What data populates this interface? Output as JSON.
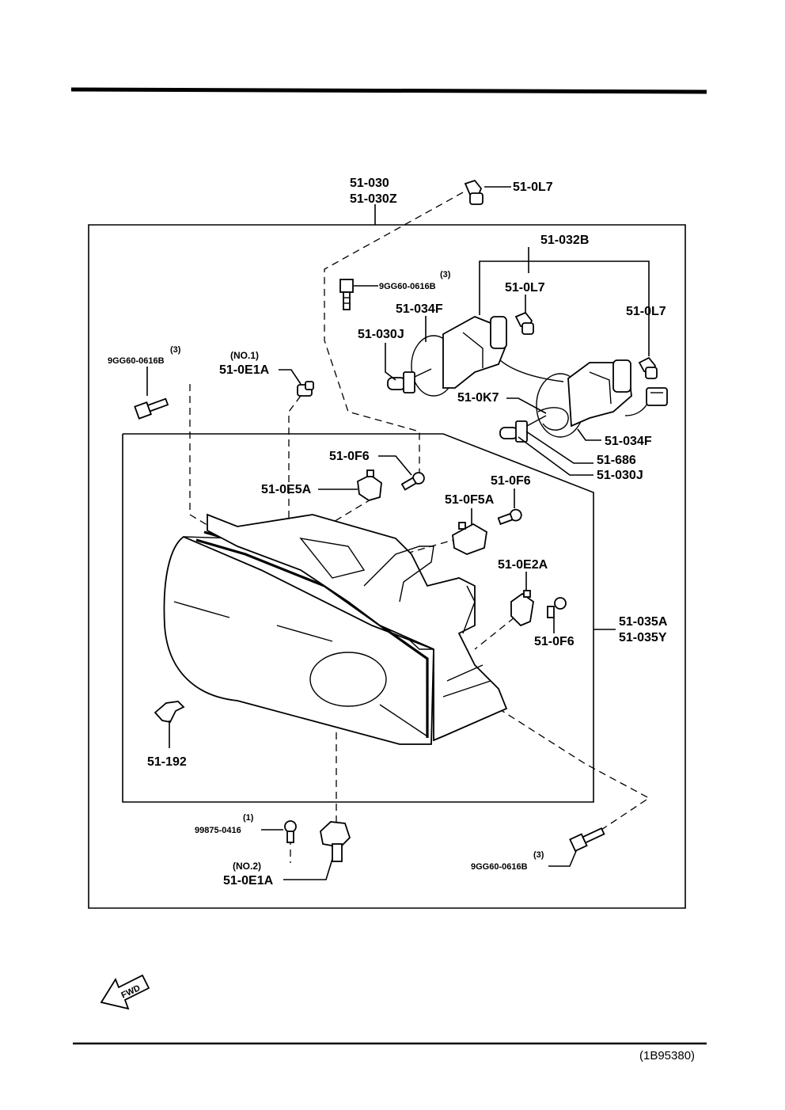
{
  "diagram_id": "(1B95380)",
  "callouts": {
    "headlamp_assembly": [
      "51-030",
      "51-030Z"
    ],
    "socket_top": "51-0L7",
    "harness": "51-032B",
    "harness_socket_a": "51-0L7",
    "harness_socket_b": "51-0L7",
    "bolt_top": {
      "qty": "(3)",
      "part": "9GG60-0616B"
    },
    "ring_a": "51-034F",
    "bulb_a": "51-030J",
    "bolt_left": {
      "qty": "(3)",
      "part": "9GG60-0616B"
    },
    "bracket_no1": {
      "note": "(NO.1)",
      "part": "51-0E1A"
    },
    "lock_spring": "51-0K7",
    "ring_b": "51-034F",
    "bulb_b": [
      "51-686",
      "51-030J"
    ],
    "screw_a": "51-0F6",
    "clip_a": "51-0E5A",
    "screw_b": "51-0F6",
    "clip_b": "51-0F5A",
    "clip_c": "51-0E2A",
    "screw_c": "51-0F6",
    "housing": [
      "51-035A",
      "51-035Y"
    ],
    "bulb_c": "51-192",
    "screw_bottom": {
      "qty": "(1)",
      "part": "99875-0416"
    },
    "bracket_no2": {
      "note": "(NO.2)",
      "part": "51-0E1A"
    },
    "bolt_bottom": {
      "qty": "(3)",
      "part": "9GG60-0616B"
    }
  },
  "fwd_label": "FWD"
}
